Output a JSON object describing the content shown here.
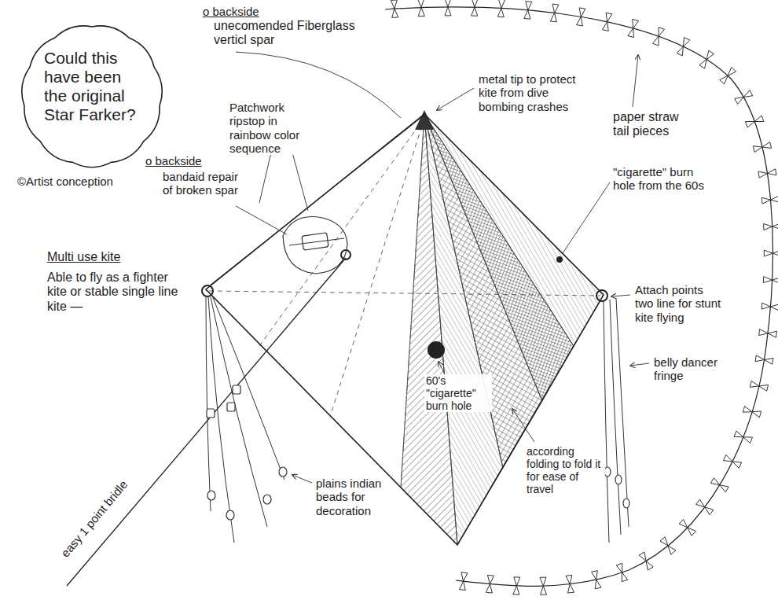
{
  "diagram": {
    "nodes": [
      {
        "text": [
          "Could this have been the original Star Farker?"
        ]
      }
    ],
    "labels": [
      "©Artist conception",
      "o backside",
      "unecomended Fiberglass verticl spar",
      "Patchwork ripstop in rainbow color sequence",
      "o backside",
      "bandaid repair of broken spar",
      "metal tip to protect kite from dive bombing crashes",
      "paper straw tail pieces",
      "\"cigarette\" burn hole from the 60s",
      "Multi use kite",
      "Able to fly as a fighter kite or stable single line kite —",
      "Attach points two line for stunt kite flying",
      "belly dancer fringe",
      "60's \"cigarette\" burn hole",
      "according folding to fold it for ease of travel",
      "plains indian beads for decoration",
      "easy 1 point bridle"
    ]
  }
}
